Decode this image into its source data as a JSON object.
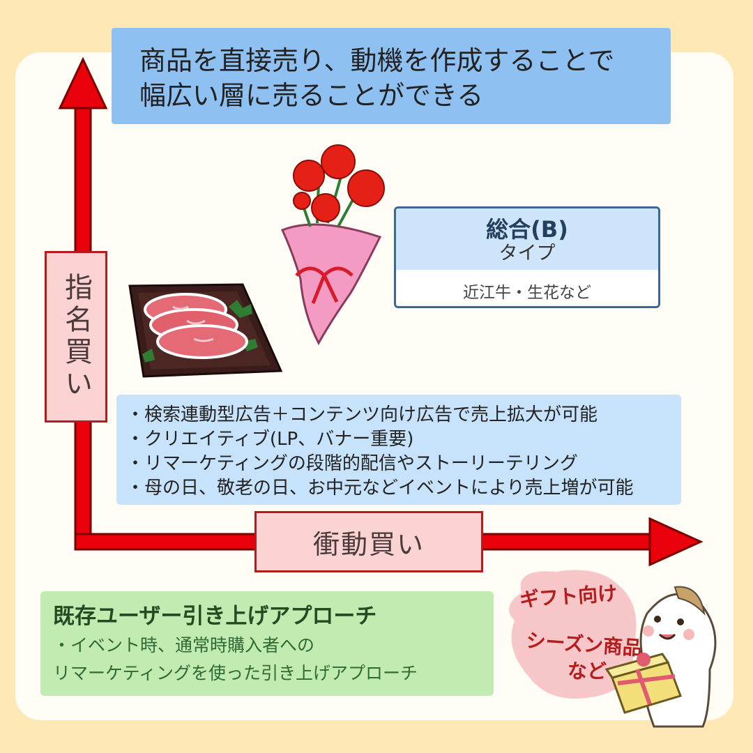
{
  "headline": {
    "line1": "商品を直接売り、動機を作成することで",
    "line2": "幅広い層に売ることができる"
  },
  "axes": {
    "vertical_label": "指名買い",
    "horizontal_label": "衝動買い"
  },
  "type_box": {
    "title": "総合(B)",
    "subtitle": "タイプ",
    "examples": "近江牛・生花など"
  },
  "bullets": [
    "・検索連動型広告＋コンテンツ向け広告で売上拡大が可能",
    "・クリエイティブ(LP、バナー重要)",
    "・リマーケティングの段階的配信やストーリーテリング",
    "・母の日、敬老の日、お中元などイベントにより売上増が可能"
  ],
  "approach": {
    "title": "既存ユーザー引き上げアプローチ",
    "line1": "・イベント時、通常時購入者への",
    "line2": "リマーケティングを使った引き上げアプローチ"
  },
  "gift_bubble": {
    "line1": "ギフト向け",
    "line2": "シーズン商品",
    "line3": "など"
  },
  "colors": {
    "arrow": "#e8000b",
    "headline_bg": "#8ec1f2",
    "approach_bg": "#c1ebb0"
  }
}
